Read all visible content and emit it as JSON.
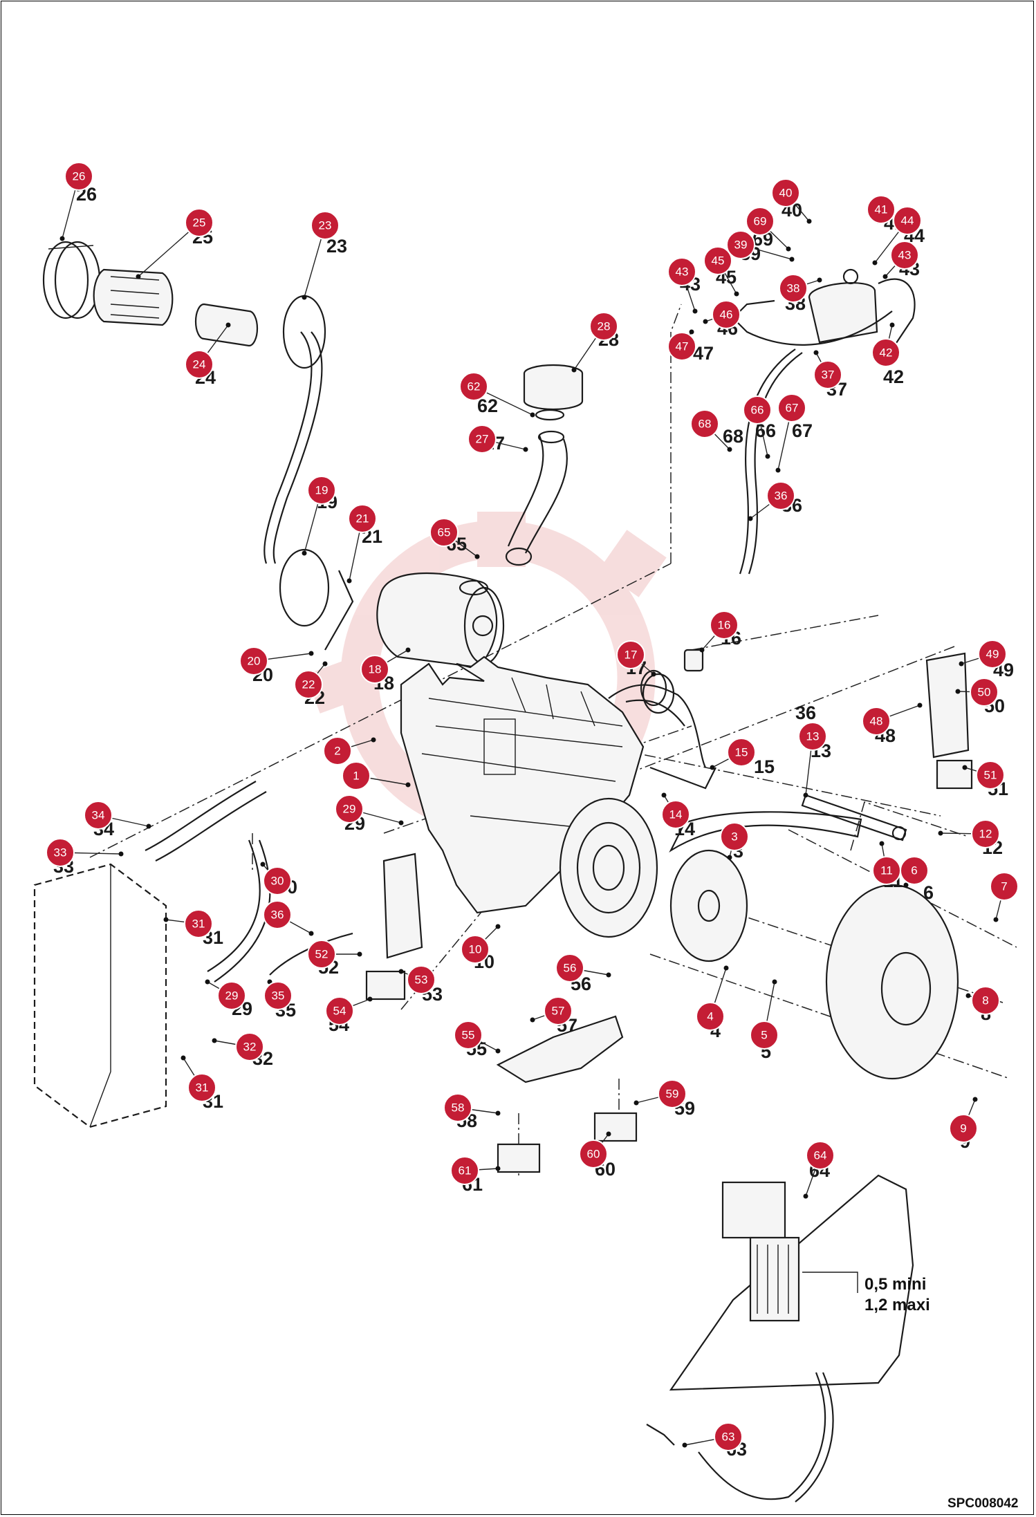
{
  "document": {
    "drawing_code": "SPC008042",
    "gap_note": {
      "min": "0,5 mini",
      "max": "1,2 maxi"
    }
  },
  "callouts": [
    {
      "label": "1"
    },
    {
      "label": "2"
    },
    {
      "label": "3"
    },
    {
      "label": "4"
    },
    {
      "label": "5"
    },
    {
      "label": "6"
    },
    {
      "label": "7"
    },
    {
      "label": "8"
    },
    {
      "label": "9"
    },
    {
      "label": "10"
    },
    {
      "label": "11"
    },
    {
      "label": "12"
    },
    {
      "label": "13"
    },
    {
      "label": "14"
    },
    {
      "label": "15"
    },
    {
      "label": "16"
    },
    {
      "label": "17"
    },
    {
      "label": "18"
    },
    {
      "label": "19"
    },
    {
      "label": "20"
    },
    {
      "label": "21"
    },
    {
      "label": "22"
    },
    {
      "label": "23"
    },
    {
      "label": "24"
    },
    {
      "label": "25"
    },
    {
      "label": "26"
    },
    {
      "label": "27"
    },
    {
      "label": "28"
    },
    {
      "label": "29"
    },
    {
      "label": "29"
    },
    {
      "label": "30"
    },
    {
      "label": "31"
    },
    {
      "label": "31"
    },
    {
      "label": "32"
    },
    {
      "label": "33"
    },
    {
      "label": "34"
    },
    {
      "label": "35"
    },
    {
      "label": "36"
    },
    {
      "label": "36"
    },
    {
      "label": "37"
    },
    {
      "label": "38"
    },
    {
      "label": "39"
    },
    {
      "label": "40"
    },
    {
      "label": "41"
    },
    {
      "label": "42"
    },
    {
      "label": "43"
    },
    {
      "label": "43"
    },
    {
      "label": "44"
    },
    {
      "label": "45"
    },
    {
      "label": "46"
    },
    {
      "label": "47"
    },
    {
      "label": "48"
    },
    {
      "label": "49"
    },
    {
      "label": "50"
    },
    {
      "label": "51"
    },
    {
      "label": "52"
    },
    {
      "label": "53"
    },
    {
      "label": "54"
    },
    {
      "label": "55"
    },
    {
      "label": "56"
    },
    {
      "label": "57"
    },
    {
      "label": "58"
    },
    {
      "label": "59"
    },
    {
      "label": "60"
    },
    {
      "label": "61"
    },
    {
      "label": "62"
    },
    {
      "label": "63"
    },
    {
      "label": "64"
    },
    {
      "label": "65"
    },
    {
      "label": "66"
    },
    {
      "label": "67"
    },
    {
      "label": "68"
    },
    {
      "label": "69"
    }
  ],
  "part_numbers": [
    "1",
    "2",
    "3",
    "4",
    "5",
    "6",
    "7",
    "8",
    "9",
    "10",
    "11",
    "12",
    "13",
    "14",
    "15",
    "16",
    "17",
    "18",
    "19",
    "20",
    "21",
    "22",
    "23",
    "24",
    "25",
    "26",
    "27",
    "28",
    "29",
    "29",
    "30",
    "31",
    "31",
    "32",
    "33",
    "34",
    "35",
    "36",
    "36",
    "37",
    "38",
    "39",
    "40",
    "41",
    "42",
    "43",
    "43",
    "44",
    "45",
    "46",
    "47",
    "48",
    "49",
    "50",
    "51",
    "52",
    "53",
    "54",
    "55",
    "56",
    "57",
    "58",
    "59",
    "60",
    "61",
    "62",
    "63",
    "64",
    "65",
    "66",
    "67",
    "68",
    "69"
  ],
  "colors": {
    "callout_fill": "#c41d35",
    "callout_text": "#ffffff",
    "linework": "#1b1b1b",
    "watermark": "#e8a0a0"
  }
}
